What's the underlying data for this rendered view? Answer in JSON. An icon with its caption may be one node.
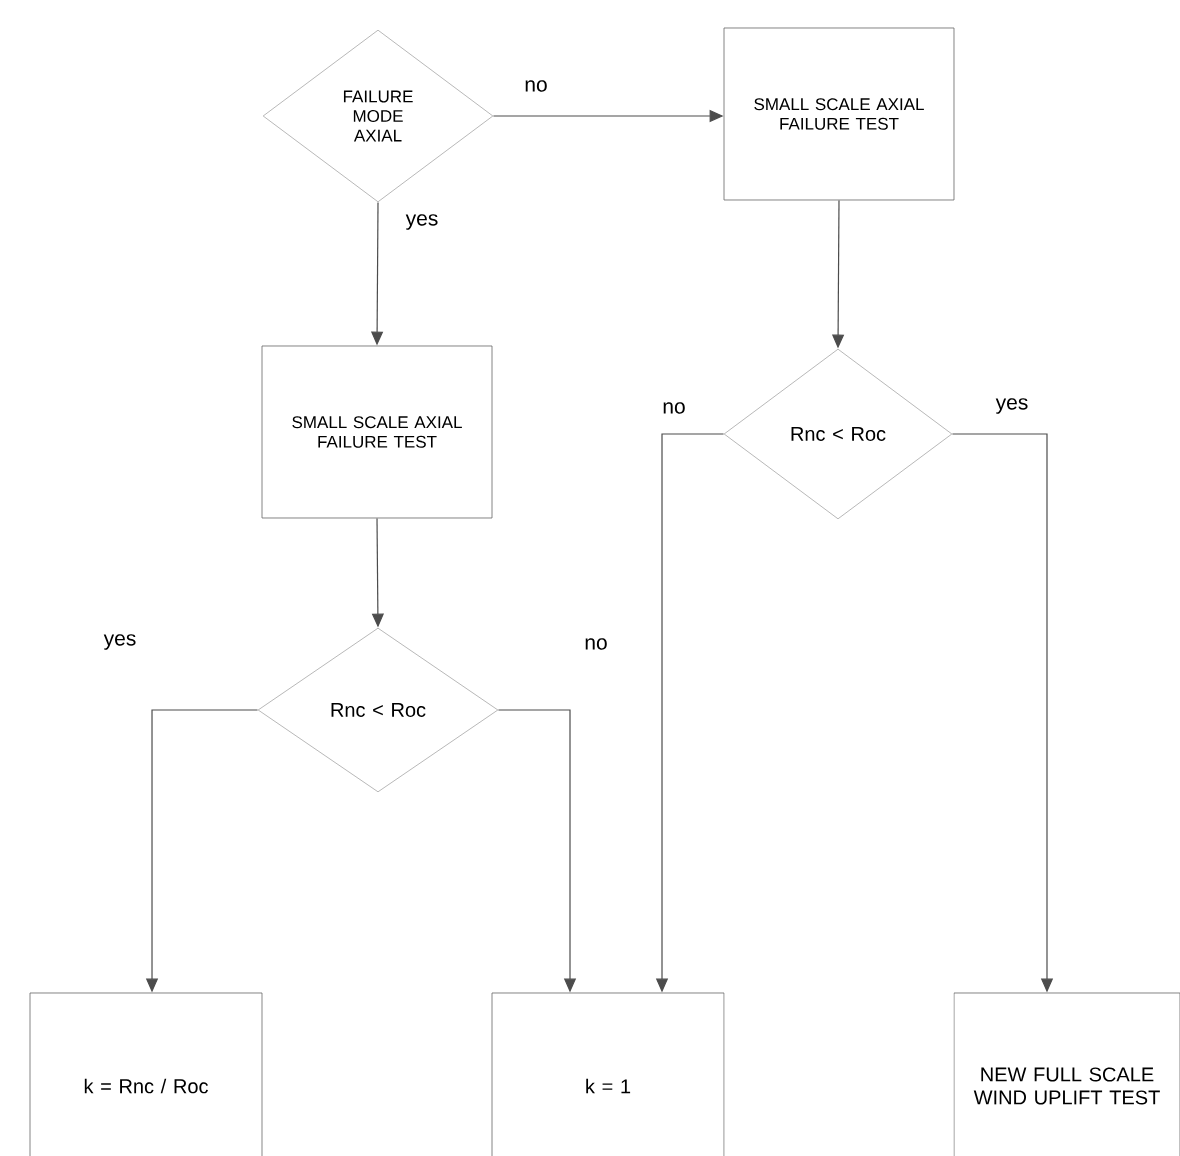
{
  "diagram": {
    "nodes": [
      {
        "text": [
          "FAILURE MODE AXIAL"
        ]
      },
      {
        "text": [
          "SMALL SCALE AXIAL FAILURE TEST"
        ]
      },
      {
        "text": [
          "SMALL SCALE AXIAL FAILURE TEST"
        ]
      },
      {
        "text": [
          "Rnc < Roc"
        ]
      },
      {
        "text": [
          "Rnc < Roc"
        ]
      },
      {
        "text": [
          "k = Rnc / Roc"
        ]
      },
      {
        "text": [
          "k = 1"
        ]
      },
      {
        "text": [
          "NEW FULL SCALE WIND UPLIFT TEST"
        ]
      }
    ],
    "edges": [
      {
        "from": 0,
        "to": 1,
        "arrow": "to",
        "label": "no"
      },
      {
        "from": 0,
        "to": 2,
        "arrow": "to",
        "label": "yes"
      },
      {
        "from": 1,
        "to": 3,
        "arrow": "to"
      },
      {
        "from": 2,
        "to": 4,
        "arrow": "to"
      },
      {
        "from": 3,
        "to": 6,
        "arrow": "to",
        "label": "no"
      },
      {
        "from": 3,
        "to": 7,
        "arrow": "to",
        "label": "yes"
      },
      {
        "from": 4,
        "to": 5,
        "arrow": "to",
        "label": "yes"
      },
      {
        "from": 4,
        "to": 6,
        "arrow": "to",
        "label": "no"
      }
    ]
  }
}
